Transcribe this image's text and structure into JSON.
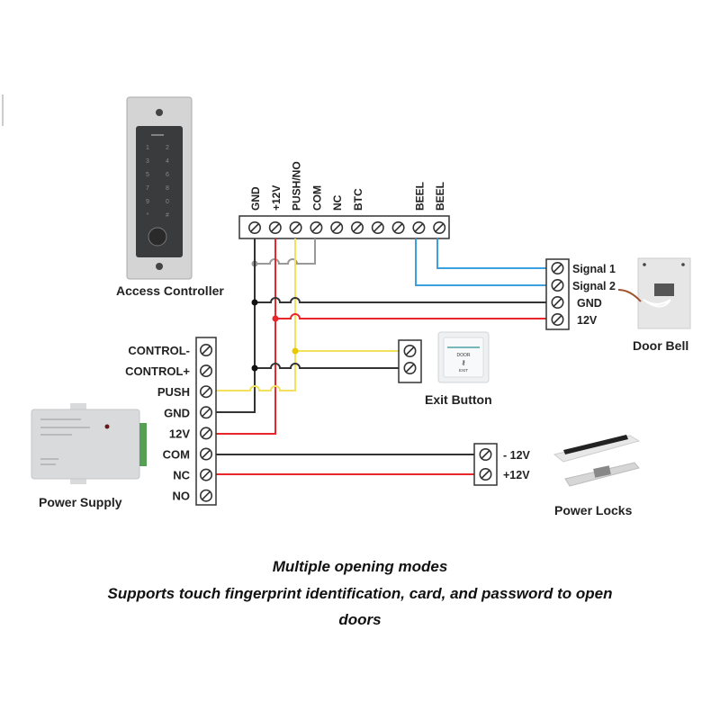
{
  "devices": {
    "access_controller": "Access Controller",
    "door_bell": "Door Bell",
    "exit_button": "Exit Button",
    "power_supply": "Power Supply",
    "power_locks": "Power Locks"
  },
  "controller_terminals": [
    "GND",
    "+12V",
    "PUSH/NO",
    "COM",
    "NC",
    "BTC",
    "",
    "",
    "BEEL",
    "BEEL"
  ],
  "doorbell_terminals": [
    "Signal 1",
    "Signal 2",
    "GND",
    "12V"
  ],
  "power_supply_terminals": [
    "CONTROL-",
    "CONTROL+",
    "PUSH",
    "GND",
    "12V",
    "COM",
    "NC",
    "NO"
  ],
  "lock_terminals": [
    "- 12V",
    "+12V"
  ],
  "keypad_keys": [
    "1",
    "2",
    "3",
    "4",
    "5",
    "6",
    "7",
    "8",
    "9",
    "0",
    "*",
    "#"
  ],
  "exit_button_face": {
    "top": "DOOR",
    "bottom": "EXIT"
  },
  "wire_colors": {
    "black": "#333333",
    "red": "#e8262b",
    "yellow": "#f2e15a",
    "blue": "#3aa0e0",
    "gray": "#999999"
  },
  "caption": {
    "line1": "Multiple opening modes",
    "line2": "Supports touch fingerprint identification, card, and password to open",
    "line3": "doors"
  }
}
